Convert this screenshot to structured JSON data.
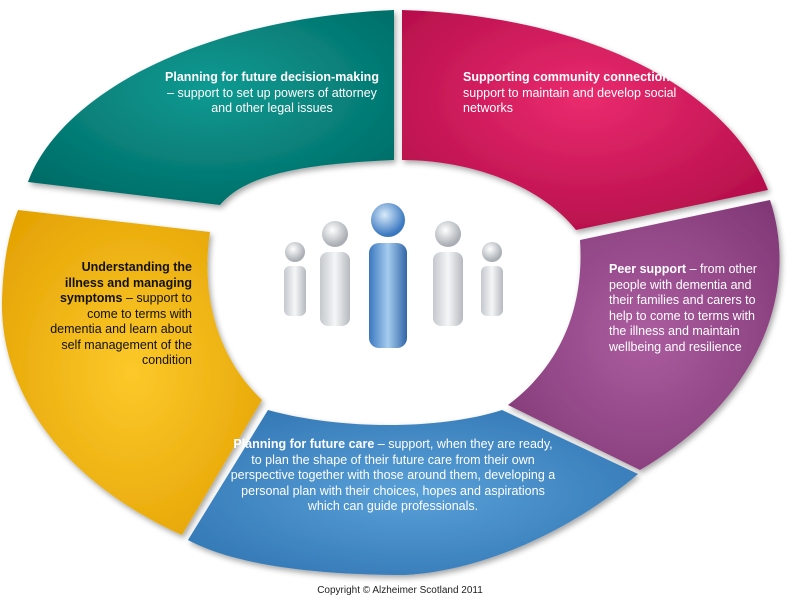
{
  "segments": {
    "decision_making": {
      "title": "Planning for future decision-making",
      "text": "– support to set up powers of attorney and other legal issues",
      "color": "#00807a"
    },
    "community": {
      "title": "Supporting community connections",
      "text": " – support to maintain and develop social networks",
      "color": "#d8135a"
    },
    "peer_support": {
      "title": "Peer support",
      "text": " – from other people with dementia and their families and carers to help to come to terms with the illness and maintain wellbeing and resilience",
      "color": "#9c4d90"
    },
    "future_care": {
      "title": "Planning for future care",
      "text": " – support, when they are ready, to plan the shape of their future care from their own perspective together with those around them, developing a personal plan with their choices, hopes and aspirations which can guide professionals.",
      "color": "#3f87c6"
    },
    "symptoms": {
      "title": "Understanding the illness and managing symptoms",
      "text": " – support to come to terms with dementia and learn about self management of the condition",
      "color": "#f3b90c"
    }
  },
  "center_icon": "group-of-people-icon",
  "copyright": "Copyright © Alzheimer Scotland 2011"
}
